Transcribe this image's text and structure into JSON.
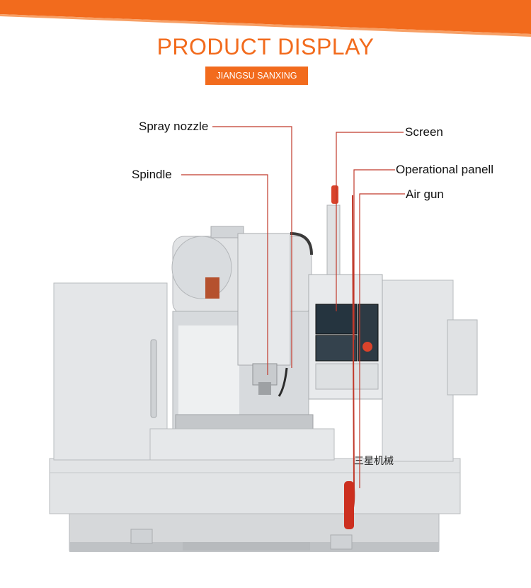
{
  "header": {
    "title": "PRODUCT DISPLAY",
    "subtitle": "JIANGSU SANXING"
  },
  "callouts": {
    "spray_nozzle": "Spray nozzle",
    "spindle": "Spindle",
    "screen": "Screen",
    "operational_panel": "Operational panell",
    "air_gun": "Air gun"
  },
  "machine": {
    "brand_mark": "三星机械"
  },
  "colors": {
    "accent": "#f26b1d",
    "leader_line": "#c0392b",
    "machine_body": "#e2e4e6",
    "machine_shade": "#c9ccce"
  }
}
